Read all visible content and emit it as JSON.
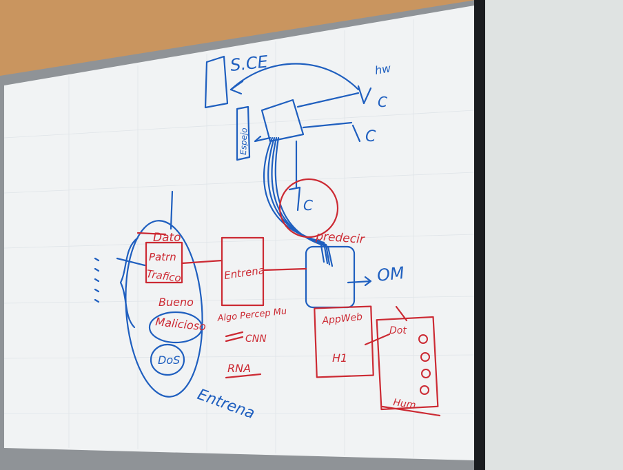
{
  "colors": {
    "wall": "#c9955f",
    "wall_right": "#dfe3e2",
    "frame": "#8f9397",
    "board": "#f1f3f4",
    "marker_blue": "#1f5fbf",
    "marker_red": "#cc2a33",
    "floor_blue": "#1c72b8",
    "frame_dark": "#1a1c1f"
  },
  "labels": {
    "sce": "S.CE",
    "hw_top": "hw",
    "c1": "C",
    "c2": "C",
    "c3": "C",
    "espejo": "Espejo",
    "predecir": "predecir",
    "om": "OM",
    "datos": "Dato",
    "patron": "Patrn",
    "trafico": "Trafico",
    "bueno": "Bueno",
    "malicioso": "Malicioso",
    "dos": "DoS",
    "entrena": "Entrena",
    "entrenamiento": "Entrena",
    "algo": "Algo Percep Mu",
    "cnn": "CNN",
    "rna": "RNA",
    "appweb": "AppWeb",
    "h1": "H1",
    "dot": "Dot",
    "hum": "Hum"
  }
}
